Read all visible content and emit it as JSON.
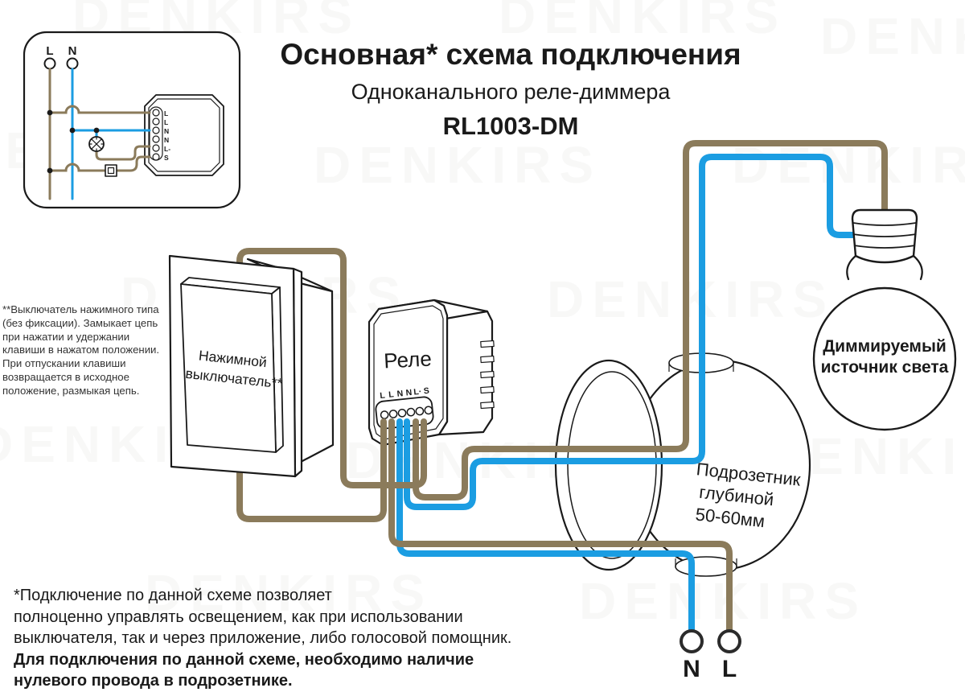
{
  "colors": {
    "wire_live_hex": "#8B7B5B",
    "wire_neutral_hex": "#1B9DE2",
    "line_hex": "#1A1A1A",
    "watermark_hex": "#8A8A80"
  },
  "watermark": {
    "text": "DENKIRS"
  },
  "header": {
    "title": "Основная* схема подключения",
    "subtitle": "Одноканального реле-диммера",
    "model": "RL1003-DM"
  },
  "inset": {
    "phase_label": "L",
    "neutral_label": "N",
    "terminals": [
      "L",
      "L",
      "N",
      "N",
      "L-",
      "S"
    ]
  },
  "switch": {
    "label_lines": [
      "Нажимной",
      "выключатель**"
    ]
  },
  "relay": {
    "label": "Реле",
    "terminals": [
      "L",
      "L",
      "N",
      "N",
      "L·",
      "S"
    ]
  },
  "box": {
    "label_lines": [
      "Подрозетник",
      "глубиной",
      "50-60мм"
    ]
  },
  "bulb": {
    "label_lines": [
      "Диммируемый",
      "источник света"
    ]
  },
  "bottom_terminals": {
    "neutral": "N",
    "live": "L"
  },
  "footnote": "**Выключатель нажимного типа\n(без фиксации). Замыкает цепь\nпри нажатии и удержании\nклавиши в нажатом положении.\nПри отпускании клавиши\nвозвращается в исходное\nположение, размыкая цепь.",
  "note": {
    "regular": "*Подключение по данной схеме позволяет\nполноценно управлять освещением, как при использовании\nвыключателя, так и через приложение, либо голосовой помощник.",
    "bold": "Для подключения по данной схеме, необходимо наличие\nнулевого провода в подрозетнике."
  }
}
